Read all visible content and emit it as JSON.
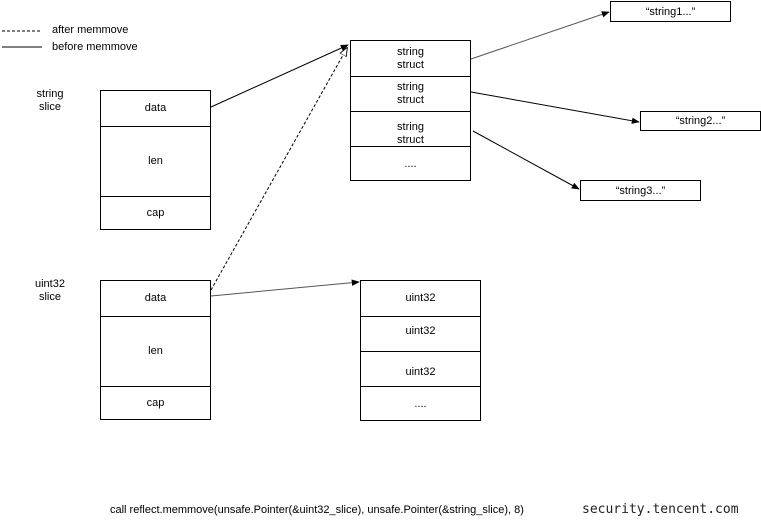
{
  "legend": {
    "dashed_label": "after memmove",
    "solid_label": "before memmove"
  },
  "string_slice": {
    "title_line1": "string",
    "title_line2": "slice",
    "fields": [
      "data",
      "len",
      "cap"
    ]
  },
  "uint32_slice": {
    "title_line1": "uint32",
    "title_line2": "slice",
    "fields": [
      "data",
      "len",
      "cap"
    ]
  },
  "string_array": {
    "cells": [
      {
        "line1": "string",
        "line2": "struct"
      },
      {
        "line1": "string",
        "line2": "struct"
      },
      {
        "line1": "string",
        "line2": "struct"
      },
      {
        "line1": "....",
        "line2": ""
      }
    ]
  },
  "uint32_array": {
    "cells": [
      "uint32",
      "uint32",
      "uint32",
      "...."
    ]
  },
  "strings": [
    "“string1...”",
    "“string2...”",
    "“string3...”"
  ],
  "caption": "call reflect.memmove(unsafe.Pointer(&uint32_slice), unsafe.Pointer(&string_slice), 8)",
  "watermark": "security.tencent.com"
}
